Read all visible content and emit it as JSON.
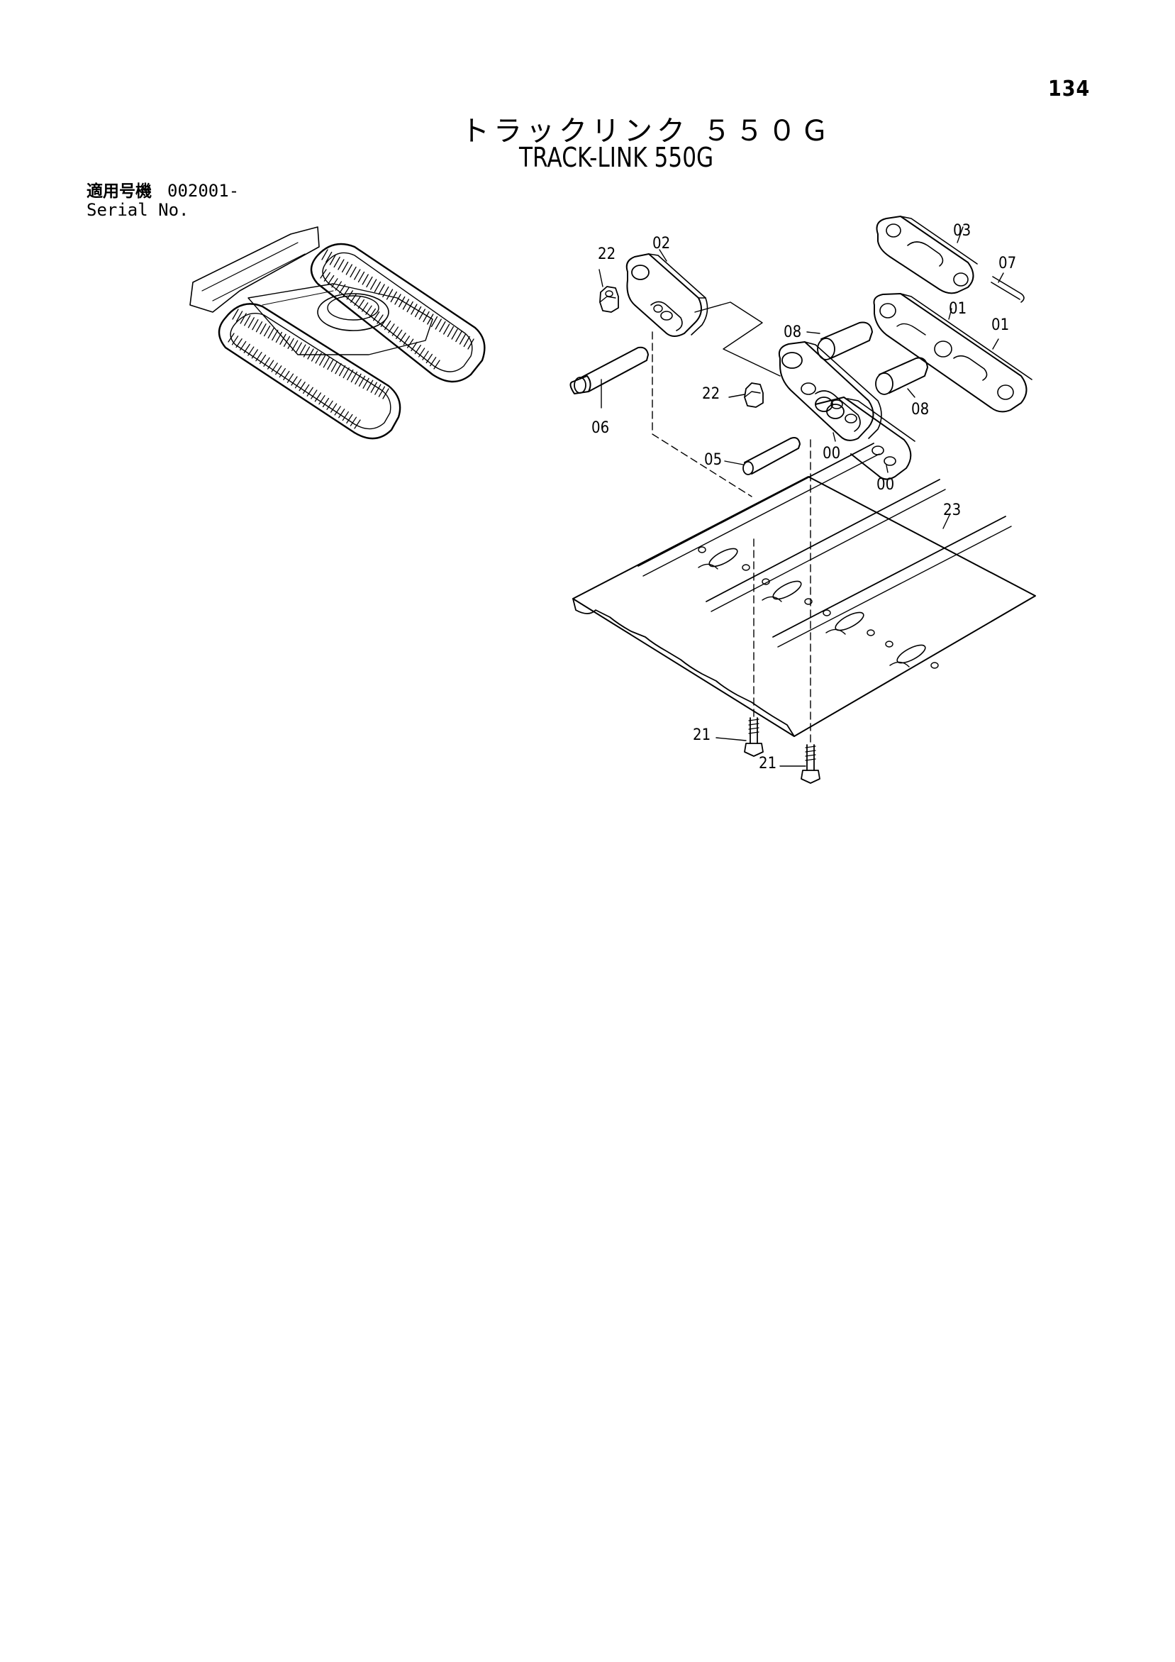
{
  "page_number": "134",
  "title_jp": "トラックリンク ５５０Ｇ",
  "title_en": "TRACK-LINK 550G",
  "serial": {
    "label_jp": "適用号機",
    "label_en": "Serial No.",
    "value": "002001-"
  },
  "callouts": {
    "c22a": "22",
    "c02": "02",
    "c03": "03",
    "c07": "07",
    "c08a": "08",
    "c01a": "01",
    "c01b": "01",
    "c22b": "22",
    "c08b": "08",
    "c06": "06",
    "c05": "05",
    "c00a": "00",
    "c00b": "00",
    "c23": "23",
    "c21a": "21",
    "c21b": "21"
  },
  "colors": {
    "ink": "#000000",
    "paper": "#ffffff"
  }
}
